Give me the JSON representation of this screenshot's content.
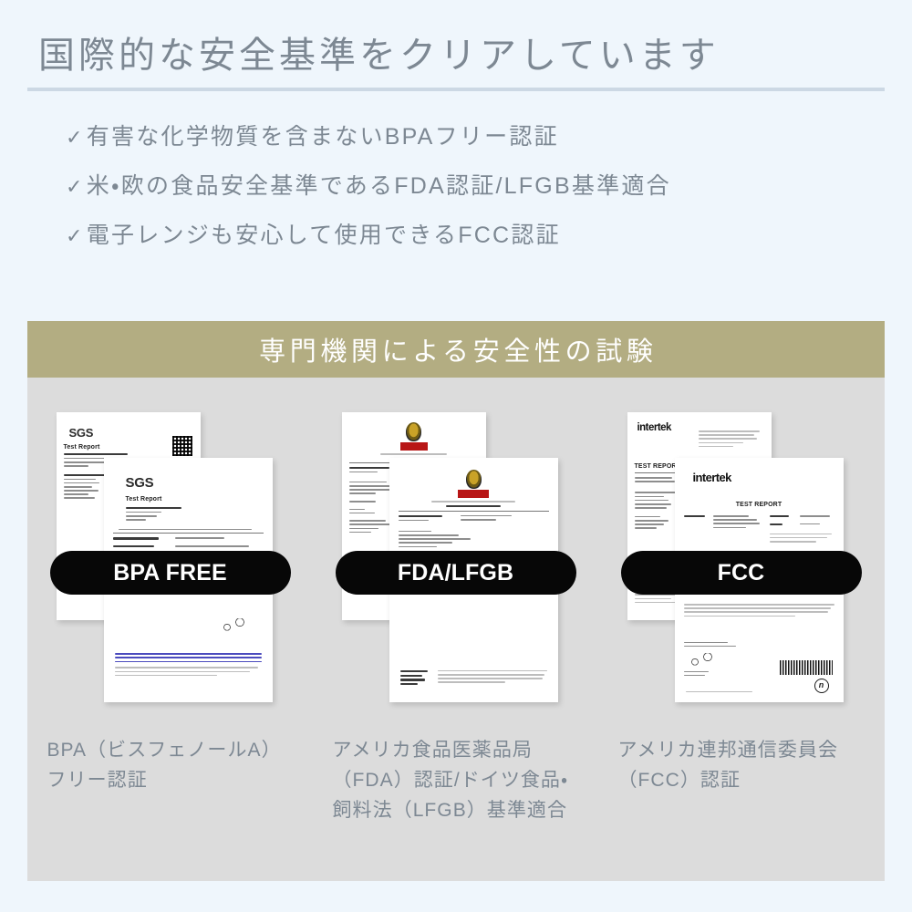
{
  "header": {
    "title": "国際的な安全基準をクリアしています",
    "rule_color": "#ccd8e4",
    "text_color": "#7d8893"
  },
  "bullets": [
    {
      "check": "✓",
      "text": "有害な化学物質を含まないBPAフリー認証"
    },
    {
      "check": "✓",
      "text": "米・欧の食品安全基準であるFDA認証/LFGB基準適合"
    },
    {
      "check": "✓",
      "text": "電子レンジも安心して使用できるFCC認証"
    }
  ],
  "test_section": {
    "banner_label": "専門機関による安全性の試験",
    "banner_bg": "#b3ad82",
    "banner_text_color": "#ffffff",
    "area_bg": "#dcdcdc",
    "certificates": [
      {
        "badge": "BPA FREE",
        "caption": "BPA（ビスフェノールA）フリー認証",
        "issuer": "SGS",
        "doc_heading_back": "Test Report",
        "doc_heading_front": "Test Report"
      },
      {
        "badge": "FDA/LFGB",
        "caption": "アメリカ食品医薬品局（FDA）認証/ドイツ食品・飼料法（LFGB）基準適合",
        "issuer": "",
        "doc_heading_back": "",
        "doc_heading_front": ""
      },
      {
        "badge": "FCC",
        "caption": "アメリカ連邦通信委員会（FCC）認証",
        "issuer": "intertek",
        "doc_heading_back": "TEST REPORT",
        "doc_heading_front": "TEST REPORT"
      }
    ]
  },
  "colors": {
    "page_bg": "#eff6fc",
    "badge_bg": "#070707",
    "badge_text": "#ffffff",
    "olive": "#b3ad82",
    "gray_panel": "#dcdcdc"
  }
}
